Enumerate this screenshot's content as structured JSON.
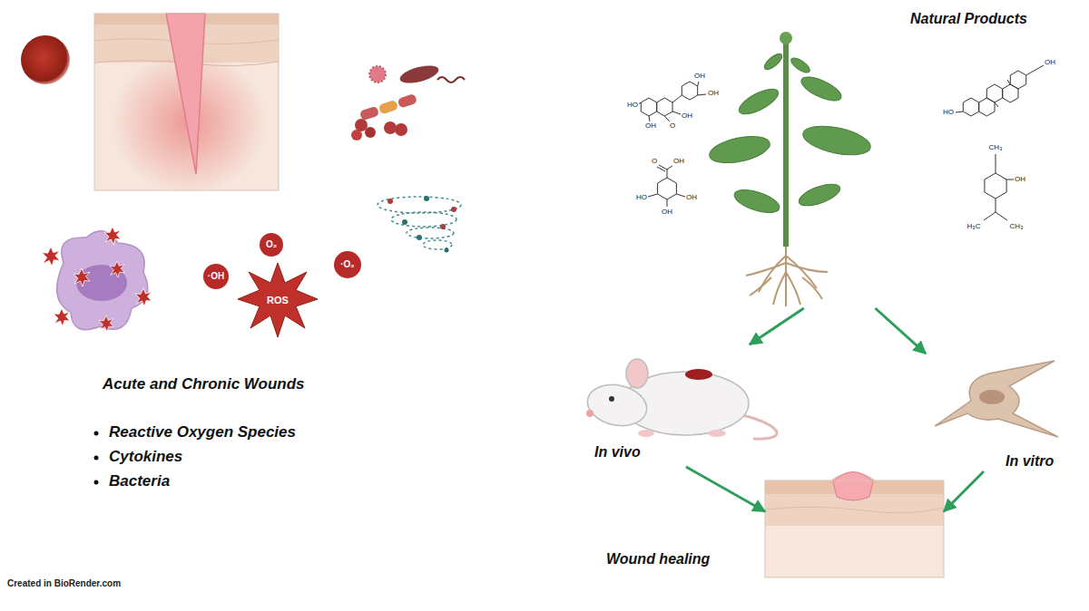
{
  "diagram": {
    "nodes": [
      {
        "text": [
          "Natural Products"
        ]
      },
      {
        "text": [
          "In vivo"
        ]
      },
      {
        "text": [
          "In vitro"
        ]
      },
      {
        "text": [
          "Wound healing"
        ]
      }
    ],
    "edges": [
      {
        "from": 0,
        "to": 1,
        "arrow": "to"
      },
      {
        "from": 0,
        "to": 2,
        "arrow": "to"
      },
      {
        "from": 1,
        "to": 3,
        "arrow": "to"
      },
      {
        "from": 2,
        "to": 3,
        "arrow": "to"
      }
    ],
    "labels": [
      "Acute and Chronic Wounds",
      "Reactive Oxygen Species",
      "Cytokines",
      "Bacteria",
      "ROS",
      "·OH",
      "O₂",
      "·O₂",
      "HO",
      "OH",
      "O",
      "OH",
      "OH",
      "OH",
      "O",
      "OH",
      "HO",
      "OH",
      "OH",
      "HO",
      "OH",
      "CH₃",
      "OH",
      "H₃C",
      "CH₃",
      "Created in BioRender.com"
    ]
  }
}
